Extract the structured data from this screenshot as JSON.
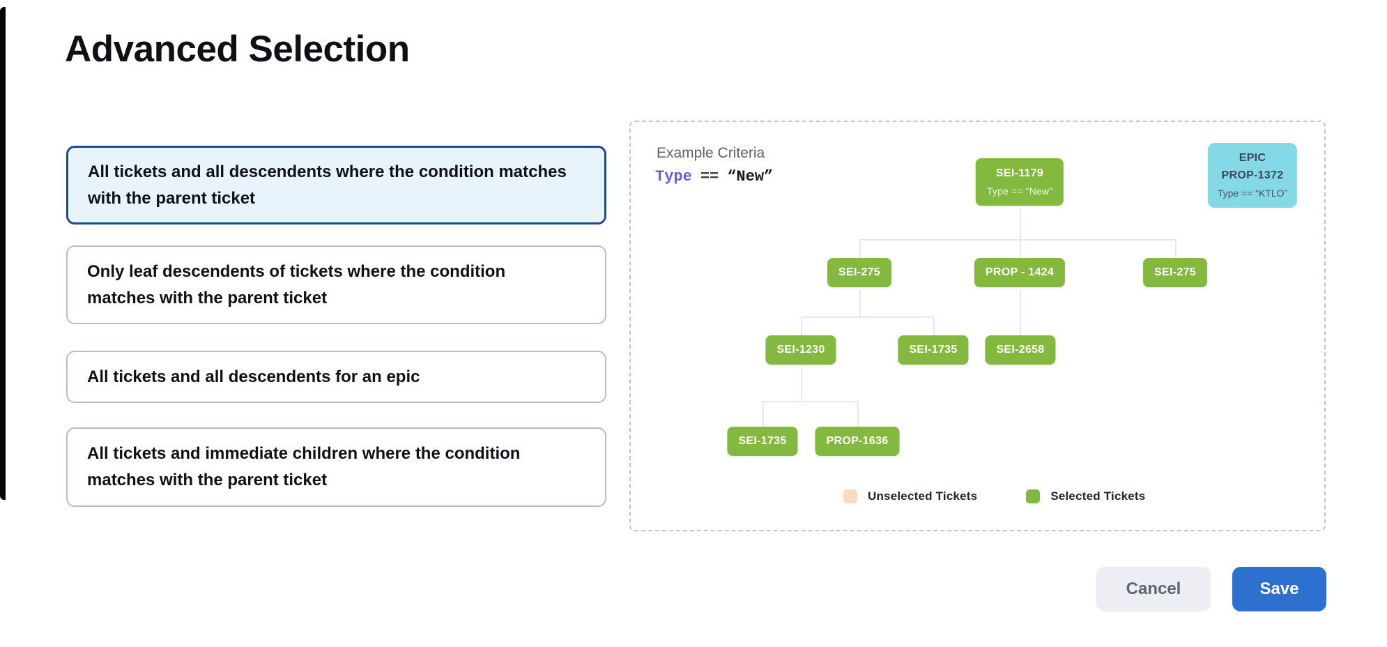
{
  "title": "Advanced Selection",
  "options": [
    {
      "label": "All tickets and all descendents where the condition matches with the parent ticket",
      "selected": true
    },
    {
      "label": "Only leaf descendents of tickets where the condition matches with the parent ticket",
      "selected": false
    },
    {
      "label": "All tickets and all descendents for an epic",
      "selected": false
    },
    {
      "label": "All tickets and immediate children where the condition matches with the parent ticket",
      "selected": false
    }
  ],
  "preview": {
    "criteria_label": "Example Criteria",
    "criteria": {
      "field": "Type",
      "operator": "==",
      "value": "“New”"
    },
    "epic_card": {
      "type_label": "EPIC",
      "ticket": "PROP-1372",
      "condition": "Type == “KTLO”"
    },
    "tree": {
      "root": {
        "label": "SEI-1179",
        "condition": "Type == “New”"
      },
      "level2": [
        "SEI-275",
        "PROP - 1424",
        "SEI-275"
      ],
      "level3": [
        "SEI-1230",
        "SEI-1735",
        "SEI-2658"
      ],
      "level4": [
        "SEI-1735",
        "PROP-1636"
      ]
    },
    "legend": {
      "unselected": "Unselected Tickets",
      "selected": "Selected Tickets"
    }
  },
  "footer": {
    "cancel": "Cancel",
    "save": "Save"
  },
  "colors": {
    "selected_card_border": "#1b4b90",
    "selected_card_bg": "#e8f3fb",
    "node_green": "#84b93f",
    "epic_cyan": "#85d9e6",
    "unselected_peach": "#f9dcc0",
    "save_blue": "#2e70d0",
    "criteria_field_purple": "#6959e6",
    "connector_gray": "#e7e8eb"
  }
}
